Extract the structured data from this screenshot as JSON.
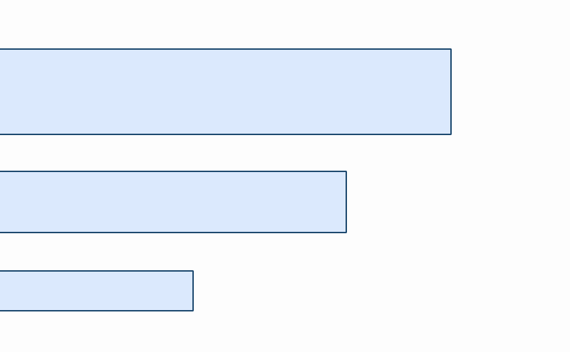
{
  "colors": {
    "background": "#fdfdfd",
    "shape_fill": "#dbe9fd",
    "shape_border": "#1e4a70"
  },
  "shapes": [
    {
      "name": "top-rectangle"
    },
    {
      "name": "middle-rectangle"
    },
    {
      "name": "bottom-rectangle"
    }
  ]
}
